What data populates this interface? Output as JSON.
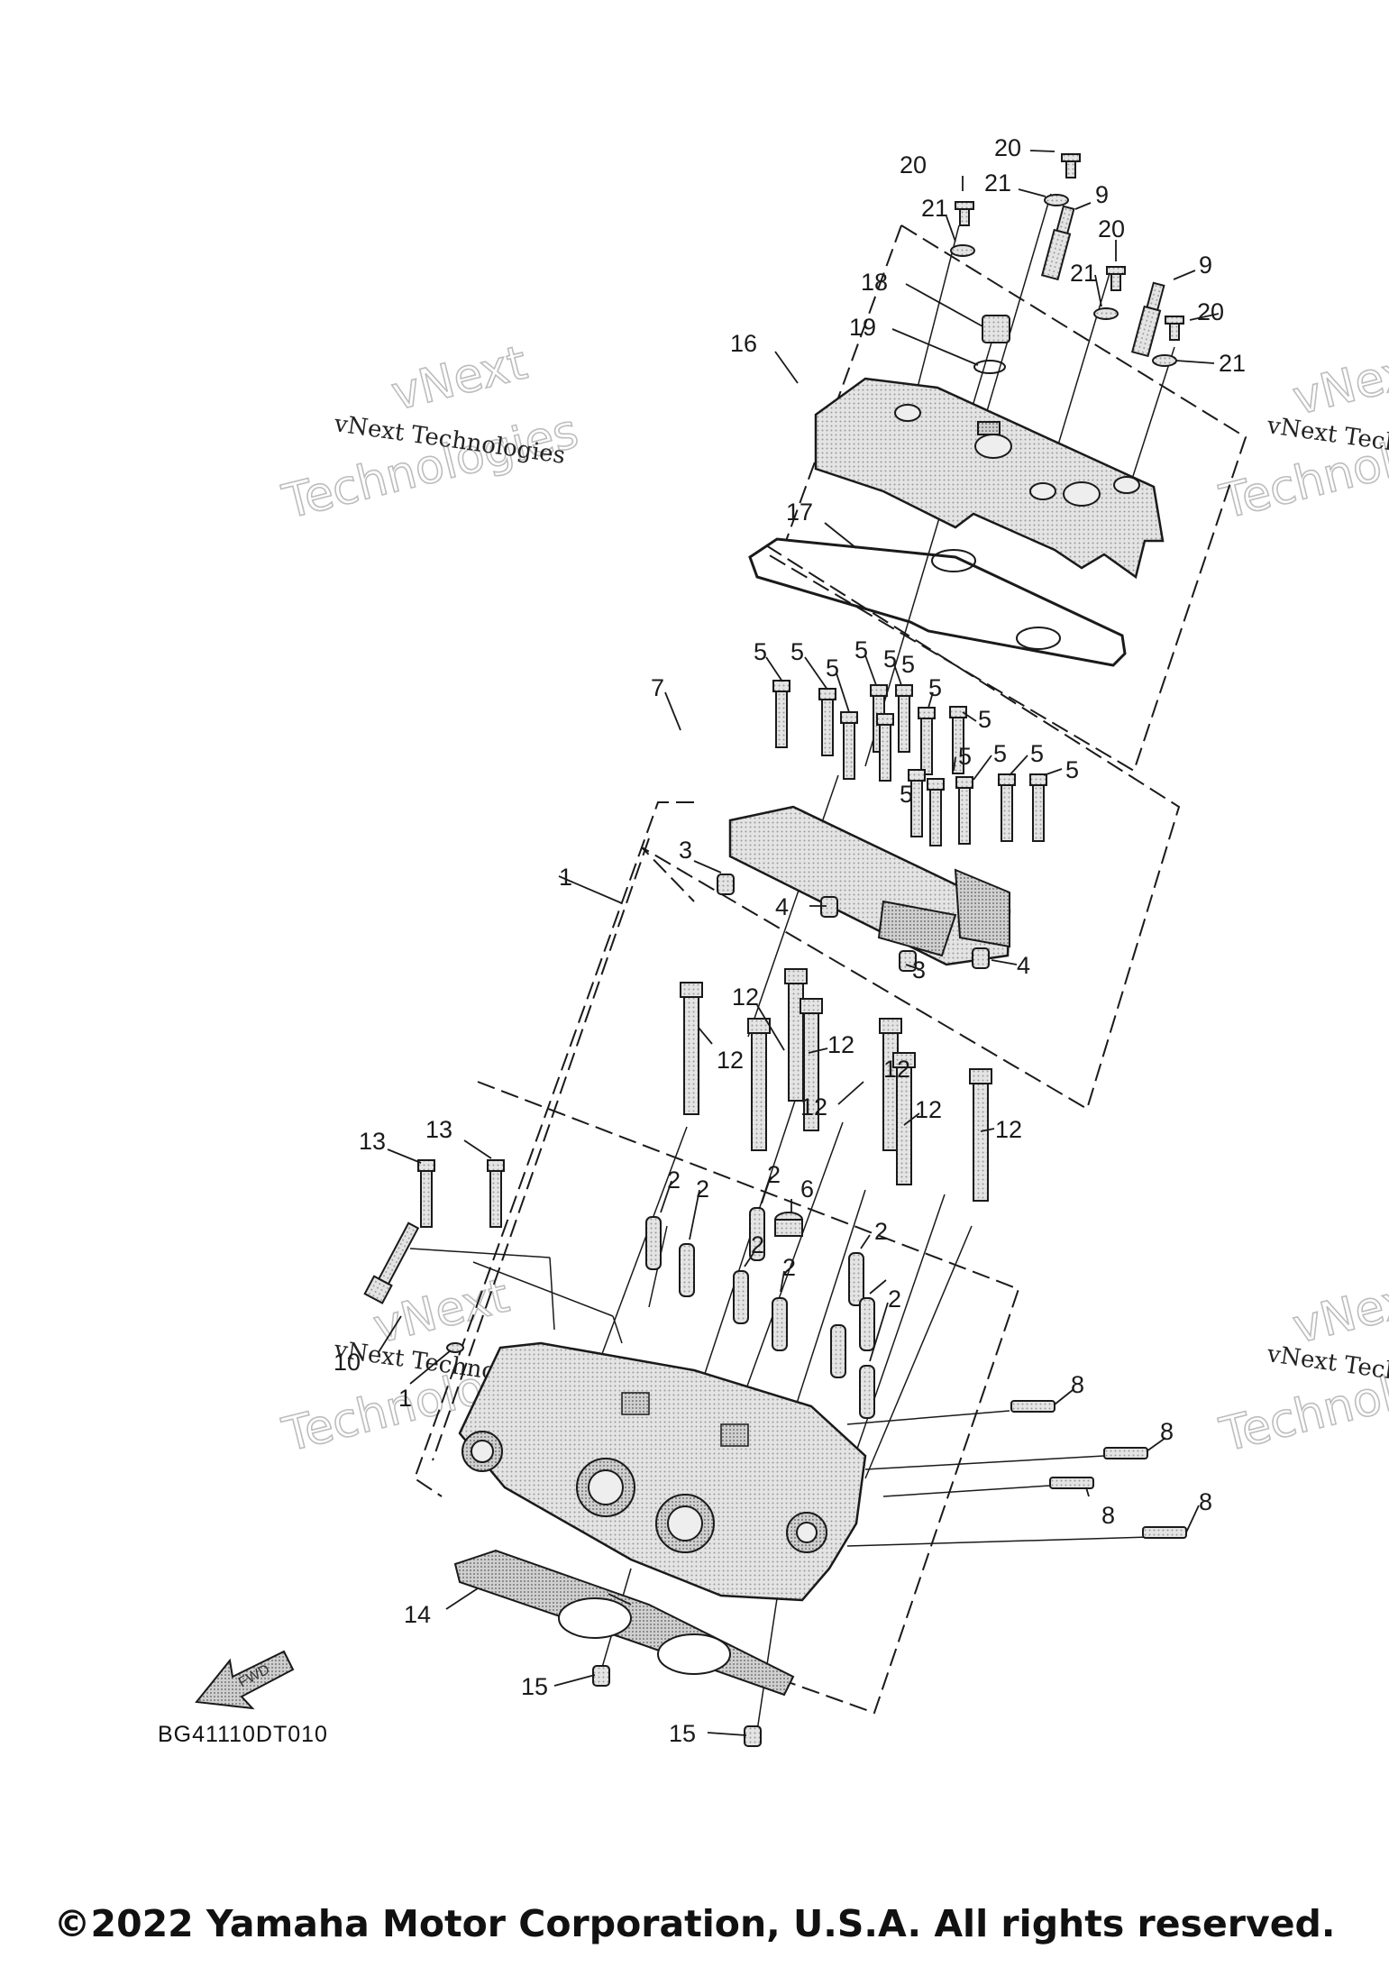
{
  "diagram": {
    "callouts": {
      "c1a": "1",
      "c1b": "1",
      "c2a": "2",
      "c2b": "2",
      "c2c": "2",
      "c2d": "2",
      "c2e": "2",
      "c2f": "2",
      "c2g": "2",
      "c3a": "3",
      "c3b": "3",
      "c4a": "4",
      "c4b": "4",
      "c5a": "5",
      "c5b": "5",
      "c5c": "5",
      "c5d": "5",
      "c5e": "5",
      "c5f": "5",
      "c5g": "5",
      "c5h": "5",
      "c5i": "5",
      "c5j": "5",
      "c5k": "5",
      "c5l": "5",
      "c5m": "5",
      "c6": "6",
      "c7": "7",
      "c8a": "8",
      "c8b": "8",
      "c8c": "8",
      "c8d": "8",
      "c9a": "9",
      "c9b": "9",
      "c10": "10",
      "c12a": "12",
      "c12b": "12",
      "c12c": "12",
      "c12d": "12",
      "c12e": "12",
      "c12f": "12",
      "c12g": "12",
      "c13a": "13",
      "c13b": "13",
      "c14": "14",
      "c15a": "15",
      "c15b": "15",
      "c16": "16",
      "c17": "17",
      "c18": "18",
      "c19": "19",
      "c20a": "20",
      "c20b": "20",
      "c20c": "20",
      "c20d": "20",
      "c21a": "21",
      "c21b": "21",
      "c21c": "21",
      "c21d": "21"
    },
    "watermarks": {
      "small_text": "vNext Technologies",
      "big_line1": "vNext",
      "big_line2": "Technologies"
    },
    "fwd_label": "FWD",
    "diagram_code": "BG41110DT010"
  },
  "footer": {
    "copyright": "©2022 Yamaha Motor Corporation, U.S.A. All rights reserved."
  },
  "colors": {
    "line": "#1a1a1a",
    "part_fill": "#d6d6d6",
    "watermark_outline": "#bdbdbd"
  }
}
